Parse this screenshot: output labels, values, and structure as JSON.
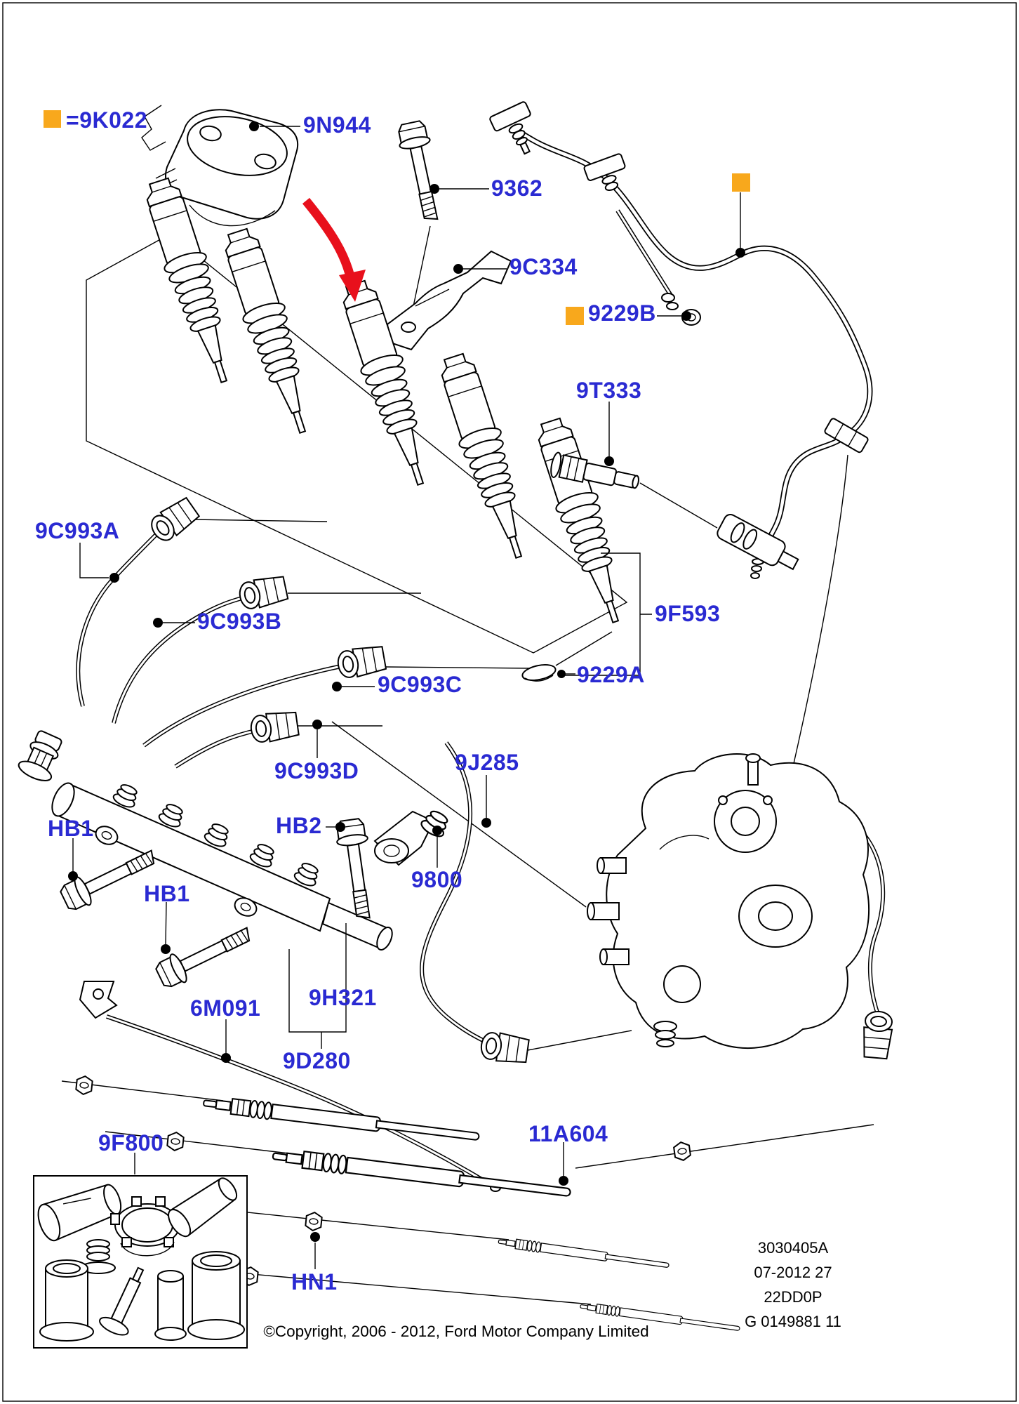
{
  "diagram": {
    "legend": {
      "label": "=9K022"
    },
    "part_labels": {
      "p9N944": "9N944",
      "p9362": "9362",
      "p9C334": "9C334",
      "p9229B": "9229B",
      "p9T333": "9T333",
      "p9F593": "9F593",
      "p9229A": "9229A",
      "p9C993A": "9C993A",
      "p9C993B": "9C993B",
      "p9C993C": "9C993C",
      "p9C993D": "9C993D",
      "p9J285": "9J285",
      "pHB1": "HB1",
      "pHB2": "HB2",
      "p9800": "9800",
      "p6M091": "6M091",
      "p9H321": "9H321",
      "p9D280": "9D280",
      "p9F800": "9F800",
      "p11A604": "11A604",
      "pHN1": "HN1"
    },
    "footer": {
      "drawing_ref": {
        "line1": "3030405A",
        "line2": "07-2012 27",
        "line3": "22DD0P",
        "line4": "G 0149881 11"
      },
      "copyright": "©Copyright, 2006 - 2012, Ford Motor Company Limited"
    },
    "colors": {
      "label_blue": "#2a2ad2",
      "highlight_orange": "#f8a81c",
      "arrow_red": "#e8101c",
      "line_black": "#000000",
      "background": "#ffffff"
    }
  }
}
